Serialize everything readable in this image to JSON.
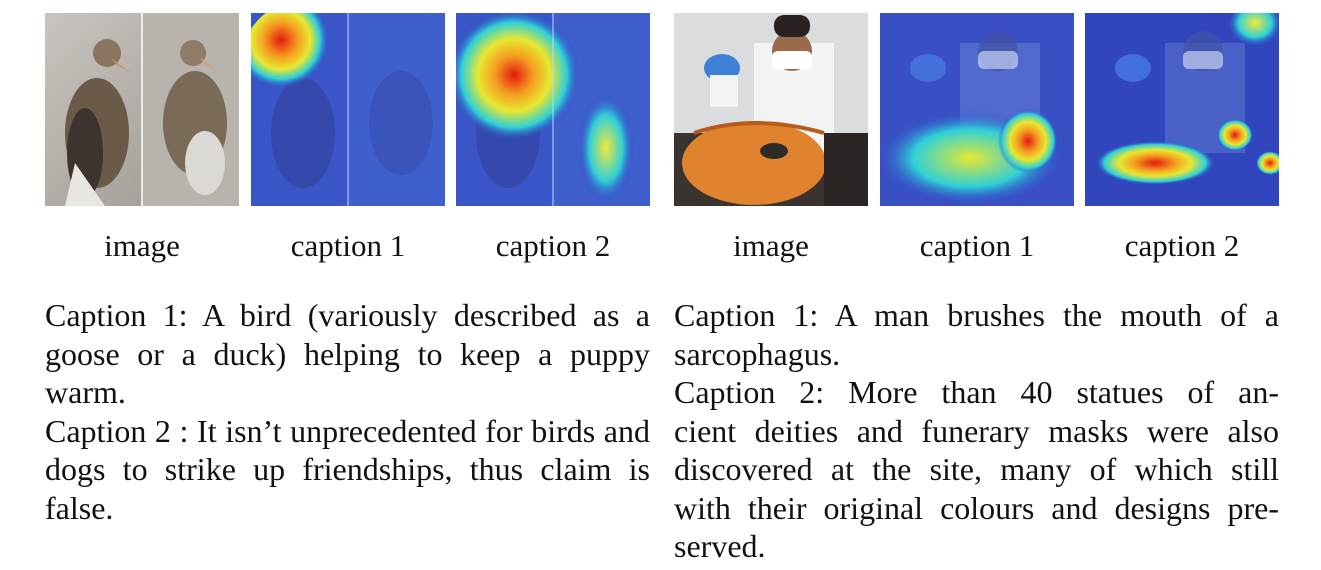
{
  "left": {
    "labels": [
      "image",
      "caption 1",
      "caption 2"
    ],
    "caption1_text": "Caption 1: A bird (variously described as a goose or a duck) helping to keep a puppy warm.",
    "caption2_text": "Caption 2 : It isn’t unprecedented for birds and dogs to strike up friendships, thus claim is false."
  },
  "right": {
    "labels": [
      "image",
      "caption 1",
      "caption 2"
    ],
    "caption1_text": "Caption 1: A man brushes the mouth of a sarcophagus.",
    "caption2_lines": [
      "Caption 2: More than 40 statues of an-",
      "cient deities and funerary masks were also",
      "discovered at the site, many of which still",
      "with their original colours and designs pre-",
      "served."
    ]
  },
  "colors": {
    "heat_low": "#2a3fc8",
    "heat_mid": "#2fd0d8",
    "heat_high": "#e41a10",
    "mask_orange": "#e0832e"
  }
}
